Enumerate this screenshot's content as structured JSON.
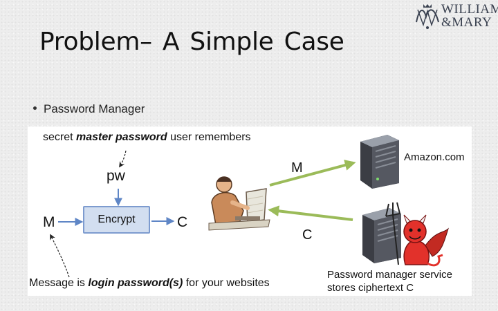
{
  "logo": {
    "line1": "WILLIAM",
    "line2": "&MARY"
  },
  "slide": {
    "title": "Problem– A  Simple  Case",
    "bullet": "Password Manager"
  },
  "diagram": {
    "top_prefix": "secret ",
    "top_emph": "master password",
    "top_suffix": " user remembers",
    "pw": "pw",
    "m_left": "M",
    "encrypt": "Encrypt",
    "c_left": "C",
    "m_mid": "M",
    "c_mid": "C",
    "amazon": "Amazon.com",
    "bottom_prefix": "Message is ",
    "bottom_emph": "login password(s)",
    "bottom_suffix": " for your websites",
    "service_line1": "Password manager service",
    "service_line2": "stores ciphertext C"
  },
  "colors": {
    "encrypt_fill": "#d2def0",
    "encrypt_border": "#7d9bcf",
    "arrow_green": "#9bbb59",
    "devil_red": "#e2312b"
  }
}
